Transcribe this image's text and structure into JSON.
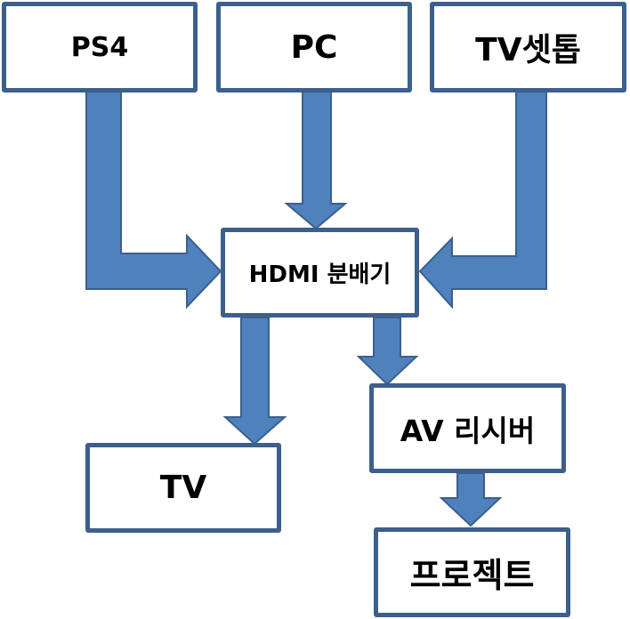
{
  "diagram": {
    "title": "",
    "colors": {
      "arrow_fill": "#4f81bd",
      "arrow_stroke": "#3c5f8c",
      "box_border": "#3c5f8c",
      "box_fill": "#ffffff",
      "text": "#000000"
    },
    "nodes": [
      {
        "id": "ps4",
        "label": "PS4"
      },
      {
        "id": "pc",
        "label": "PC"
      },
      {
        "id": "stb",
        "label": "TV셋톱"
      },
      {
        "id": "hdmi",
        "label": "HDMI 분배기"
      },
      {
        "id": "tv",
        "label": "TV"
      },
      {
        "id": "av",
        "label": "AV 리시버"
      },
      {
        "id": "proj",
        "label": "프로젝트"
      }
    ],
    "edges": [
      {
        "from": "ps4",
        "to": "hdmi"
      },
      {
        "from": "pc",
        "to": "hdmi"
      },
      {
        "from": "stb",
        "to": "hdmi"
      },
      {
        "from": "hdmi",
        "to": "tv"
      },
      {
        "from": "hdmi",
        "to": "av"
      },
      {
        "from": "av",
        "to": "proj"
      }
    ]
  }
}
